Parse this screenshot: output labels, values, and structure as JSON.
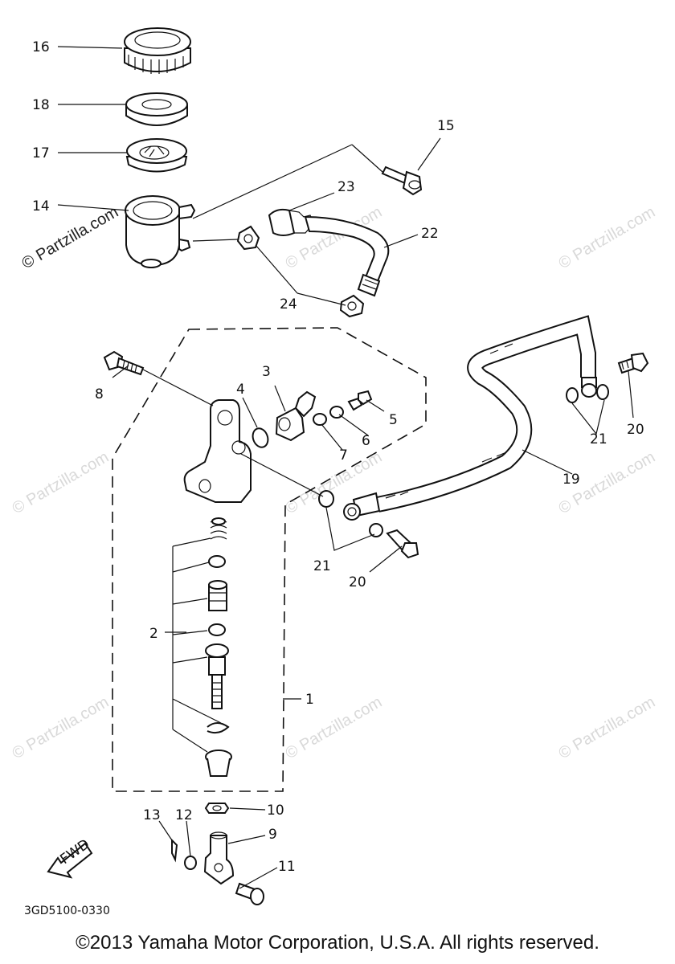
{
  "labels": {
    "l16": "16",
    "l18": "18",
    "l17": "17",
    "l14": "14",
    "l15": "15",
    "l23": "23",
    "l22": "22",
    "l24": "24",
    "l8": "8",
    "l3": "3",
    "l4": "4",
    "l5": "5",
    "l6": "6",
    "l7": "7",
    "l21a": "21",
    "l20a": "20",
    "l19": "19",
    "l21b": "21",
    "l20b": "20",
    "l2": "2",
    "l1": "1",
    "l10": "10",
    "l13": "13",
    "l12": "12",
    "l9": "9",
    "l11": "11"
  },
  "watermark": "© Partzilla.com",
  "fwd_label": "FWD",
  "diagram_code": "3GD5100-0330",
  "copyright": "©2013 Yamaha Motor Corporation, U.S.A. All rights reserved."
}
